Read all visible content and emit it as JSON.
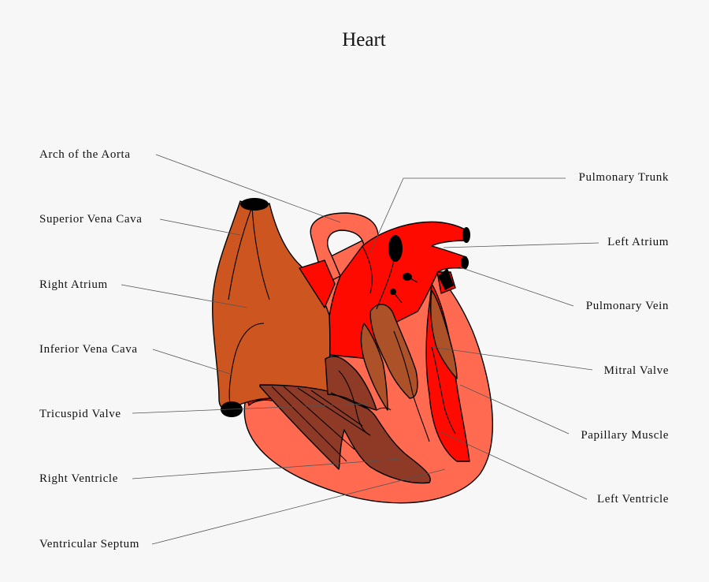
{
  "title": "Heart",
  "labels": {
    "arch_of_aorta": "Arch of the Aorta",
    "superior_vena_cava": "Superior Vena Cava",
    "right_atrium": "Right Atrium",
    "inferior_vena_cava": "Inferior Vena Cava",
    "tricuspid_valve": "Tricuspid Valve",
    "right_ventricle": "Right Ventricle",
    "ventricular_septum": "Ventricular Septum",
    "pulmonary_trunk": "Pulmonary Trunk",
    "left_atrium": "Left Atrium",
    "pulmonary_vein": "Pulmonary Vein",
    "mitral_valve": "Mitral Valve",
    "papillary_muscle": "Papillary Muscle",
    "left_ventricle": "Left Ventricle"
  },
  "colors": {
    "outer_wall": "#ff6a50",
    "vessel_red": "#ff0a00",
    "right_atrium_brown": "#cc5520",
    "valve_brown": "#ad5228",
    "ventricle_dark": "#8e3a26",
    "vessel_opening": "#000000"
  }
}
